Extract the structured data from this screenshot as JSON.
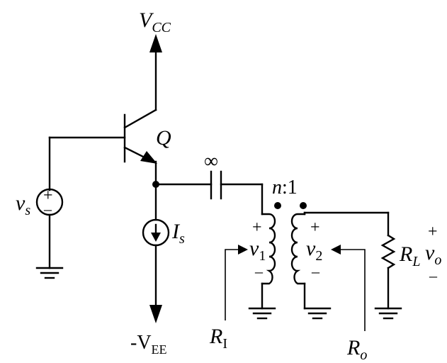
{
  "labels": {
    "vcc": {
      "main": "V",
      "sub": "CC"
    },
    "vee": {
      "prefix": "-V",
      "sub": "EE"
    },
    "transistor": "Q",
    "source_v": {
      "main": "v",
      "sub": "s"
    },
    "source_i": {
      "main": "I",
      "sub": "s"
    },
    "capacitor": "∞",
    "ratio": {
      "n": "n",
      "rest": ":1"
    },
    "v1": {
      "main": "v",
      "sub": "1"
    },
    "v2": {
      "main": "v",
      "sub": "2"
    },
    "ri": {
      "main": "R",
      "sub": "I"
    },
    "ro": {
      "main": "R",
      "sub": "o"
    },
    "rl": {
      "main": "R",
      "sub": "L"
    },
    "vo": {
      "main": "v",
      "sub": "o"
    },
    "plus": "+",
    "minus": "–"
  }
}
